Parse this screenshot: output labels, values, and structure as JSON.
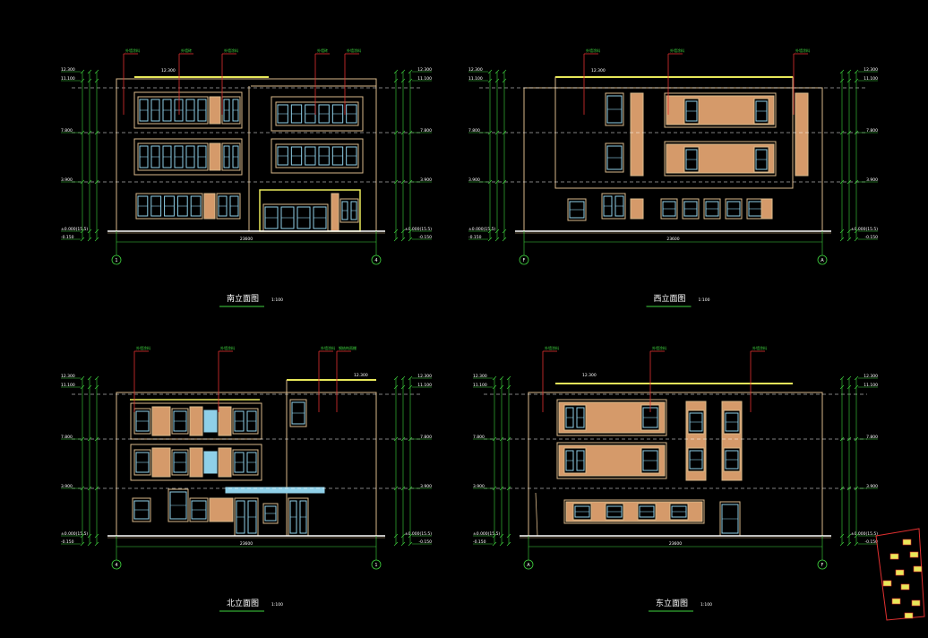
{
  "colors": {
    "background": "#000000",
    "wall": "#d9b98a",
    "roof": "#e8e85a",
    "panel": "#d59a6a",
    "glass": "#8fd0e8",
    "dim": "#3fd43f",
    "grid": "#ffffff",
    "leader": "#e03030",
    "note": "#3fd43f",
    "block": "#e03030",
    "blockFill": "#e8e85a"
  },
  "drawings": [
    {
      "id": "south",
      "title": "南立面图",
      "scale": "1:100",
      "axes": [
        "1",
        "4"
      ],
      "levels": [
        "12.300",
        "11.100",
        "7.800",
        "3.900",
        "±0.000(15.5)",
        "-0.150"
      ],
      "total_width": "23600",
      "top_label": "12.300",
      "notes": [
        "外墙涂料",
        "外墙涂料",
        "外墙涂料",
        "外墙砖",
        "外墙砖"
      ]
    },
    {
      "id": "west",
      "title": "西立面图",
      "scale": "1:100",
      "axes": [
        "F",
        "A"
      ],
      "levels": [
        "12.300",
        "11.100",
        "7.800",
        "3.900",
        "±0.000(15.5)",
        "-0.150"
      ],
      "total_width": "23600",
      "top_label": "12.300",
      "notes": [
        "外墙涂料",
        "外墙涂料",
        "外墙涂料"
      ]
    },
    {
      "id": "north",
      "title": "北立面图",
      "scale": "1:100",
      "axes": [
        "4",
        "1"
      ],
      "levels": [
        "12.300",
        "11.100",
        "7.800",
        "3.900",
        "±0.000(15.5)",
        "-0.150"
      ],
      "total_width": "23600",
      "top_label": "12.300",
      "notes": [
        "外墙涂料",
        "外墙涂料",
        "外墙涂料",
        "钢结构雨棚"
      ]
    },
    {
      "id": "east",
      "title": "东立面图",
      "scale": "1:100",
      "axes": [
        "A",
        "F"
      ],
      "levels": [
        "12.300",
        "11.100",
        "7.800",
        "3.900",
        "±0.000(15.5)",
        "-0.150"
      ],
      "total_width": "23600",
      "top_label": "12.300",
      "notes": [
        "外墙涂料",
        "外墙涂料",
        "外墙涂料"
      ]
    }
  ]
}
